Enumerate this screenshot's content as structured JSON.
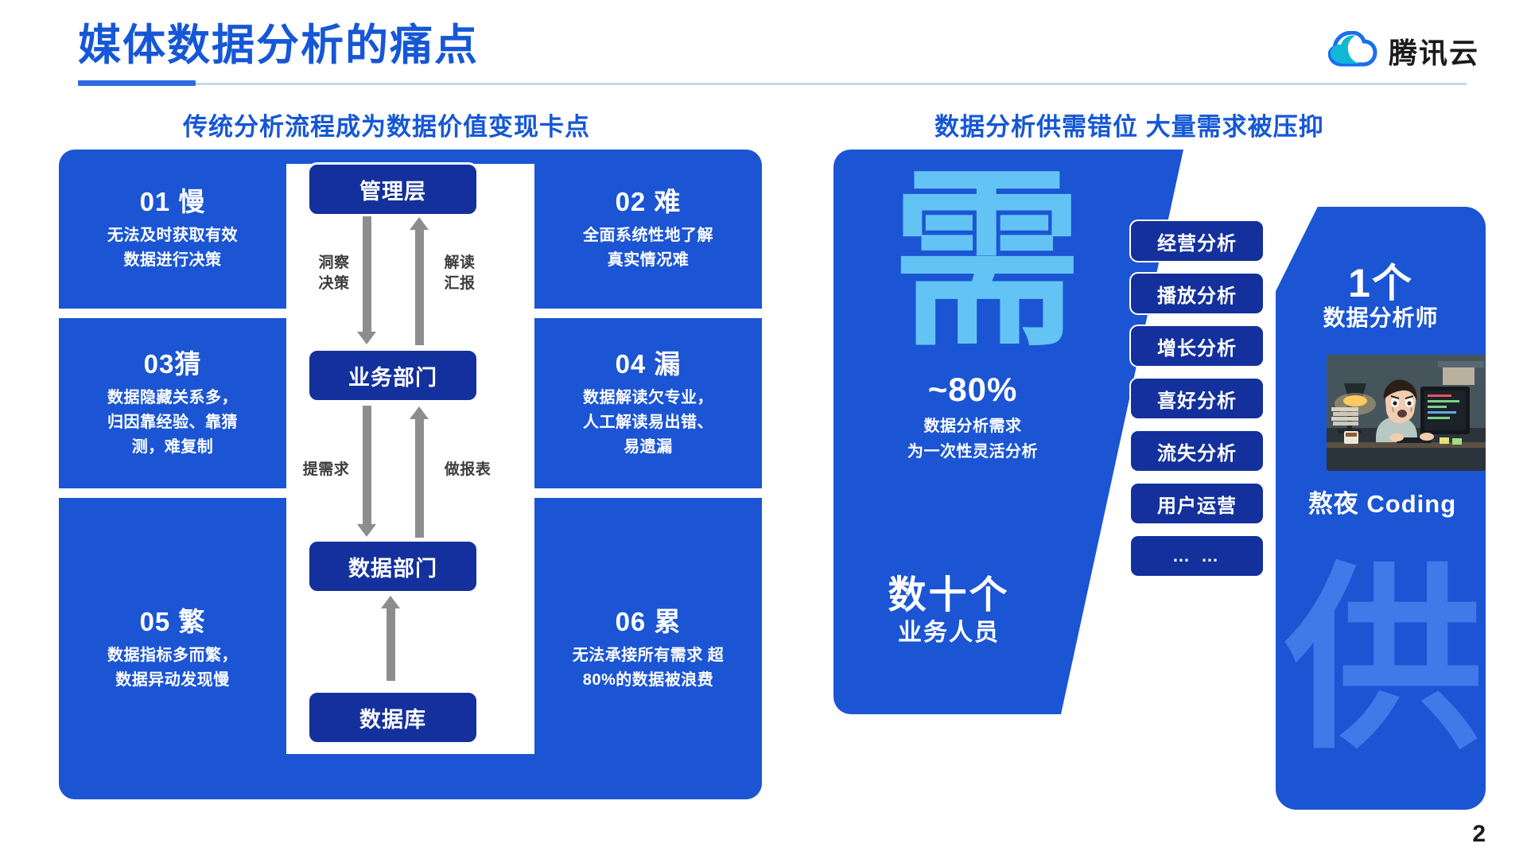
{
  "header": {
    "title": "媒体数据分析的痛点",
    "logo_text": "腾讯云",
    "logo_icon": "tencent-cloud-icon"
  },
  "page_number": "2",
  "left": {
    "heading": "传统分析流程成为数据价值变现卡点",
    "cells": [
      {
        "num": "01 慢",
        "desc": "无法及时获取有效\n数据进行决策"
      },
      {
        "num": "02 难",
        "desc": "全面系统性地了解\n真实情况难"
      },
      {
        "num": "03猜",
        "desc": "数据隐藏关系多，\n归因靠经验、靠猜\n测，难复制"
      },
      {
        "num": "04 漏",
        "desc": "数据解读欠专业，\n人工解读易出错、\n易遗漏"
      },
      {
        "num": "05 繁",
        "desc": "数据指标多而繁，\n数据异动发现慢"
      },
      {
        "num": "06 累",
        "desc": "无法承接所有需求 超\n80%的数据被浪费"
      }
    ],
    "flow": {
      "nodes": [
        "管理层",
        "业务部门",
        "数据部门",
        "数据库"
      ],
      "labels": {
        "down_top": "洞察\n决策",
        "up_top": "解读\n汇报",
        "down_bottom": "提需求",
        "up_bottom": "做报表"
      }
    }
  },
  "right": {
    "heading": "数据分析供需错位 大量需求被压抑",
    "demand": {
      "glyph": "需",
      "percent": "~80%",
      "percent_sub": "数据分析需求\n为一次性灵活分析",
      "count_big": "数十个",
      "count_sub": "业务人员"
    },
    "tags": [
      "经营分析",
      "播放分析",
      "增长分析",
      "喜好分析",
      "流失分析",
      "用户运营",
      "… …"
    ],
    "supply": {
      "glyph": "供",
      "count_big": "1个",
      "count_sub": "数据分析师",
      "caption": "熬夜  Coding",
      "illustration": "tired-analyst-coding-at-night-illustration"
    }
  },
  "colors": {
    "brand_blue": "#1557d6",
    "panel_blue": "#1b55d4",
    "deep_blue": "#14309c",
    "light_blue": "#64c3f5",
    "supply_glyph": "#4079e8",
    "arrow_gray": "#8d8d8d"
  }
}
